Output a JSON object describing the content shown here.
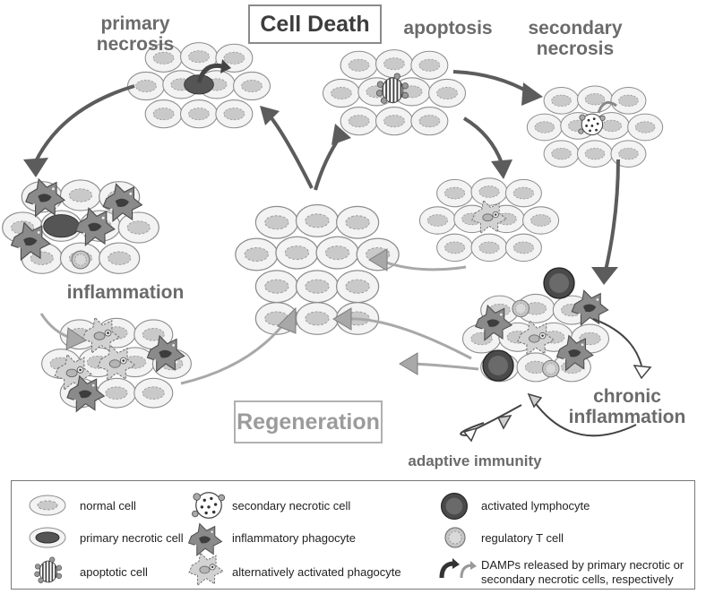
{
  "title": "Cell Death",
  "regeneration": "Regeneration",
  "stages": {
    "primary_necrosis": "primary necrosis",
    "apoptosis": "apoptosis",
    "secondary_necrosis": "secondary necrosis",
    "inflammation": "inflammation",
    "chronic_inflammation": "chronic inflammation",
    "adaptive_immunity": "adaptive immunity"
  },
  "legend": {
    "normal_cell": "normal cell",
    "primary_necrotic_cell": "primary necrotic cell",
    "apoptotic_cell": "apoptotic cell",
    "secondary_necrotic_cell": "secondary necrotic cell",
    "inflammatory_phagocyte": "inflammatory phagocyte",
    "alternatively_activated_phagocyte": "alternatively activated phagocyte",
    "activated_lymphocyte": "activated lymphocyte",
    "regulatory_t_cell": "regulatory T cell",
    "damps_line1": "DAMPs released by primary necrotic or",
    "damps_line2": "secondary necrotic cells, respectively"
  },
  "colors": {
    "dark_arrow": "#5c5c5c",
    "light_arrow": "#a8a8a8",
    "cell_fill": "#f3f3f3",
    "cell_stroke": "#8d8d8d",
    "nucleus_fill": "#c8c8c8",
    "necrotic_nucleus": "#555555",
    "phagocyte_fill": "#8a8a8a",
    "lymphocyte_fill": "#4a4a4a"
  },
  "icons": [
    "normal-cell-icon",
    "primary-necrotic-cell-icon",
    "apoptotic-cell-icon",
    "secondary-necrotic-cell-icon",
    "inflammatory-phagocyte-icon",
    "alternatively-activated-phagocyte-icon",
    "activated-lymphocyte-icon",
    "regulatory-t-cell-icon",
    "damps-arrow-icon"
  ]
}
